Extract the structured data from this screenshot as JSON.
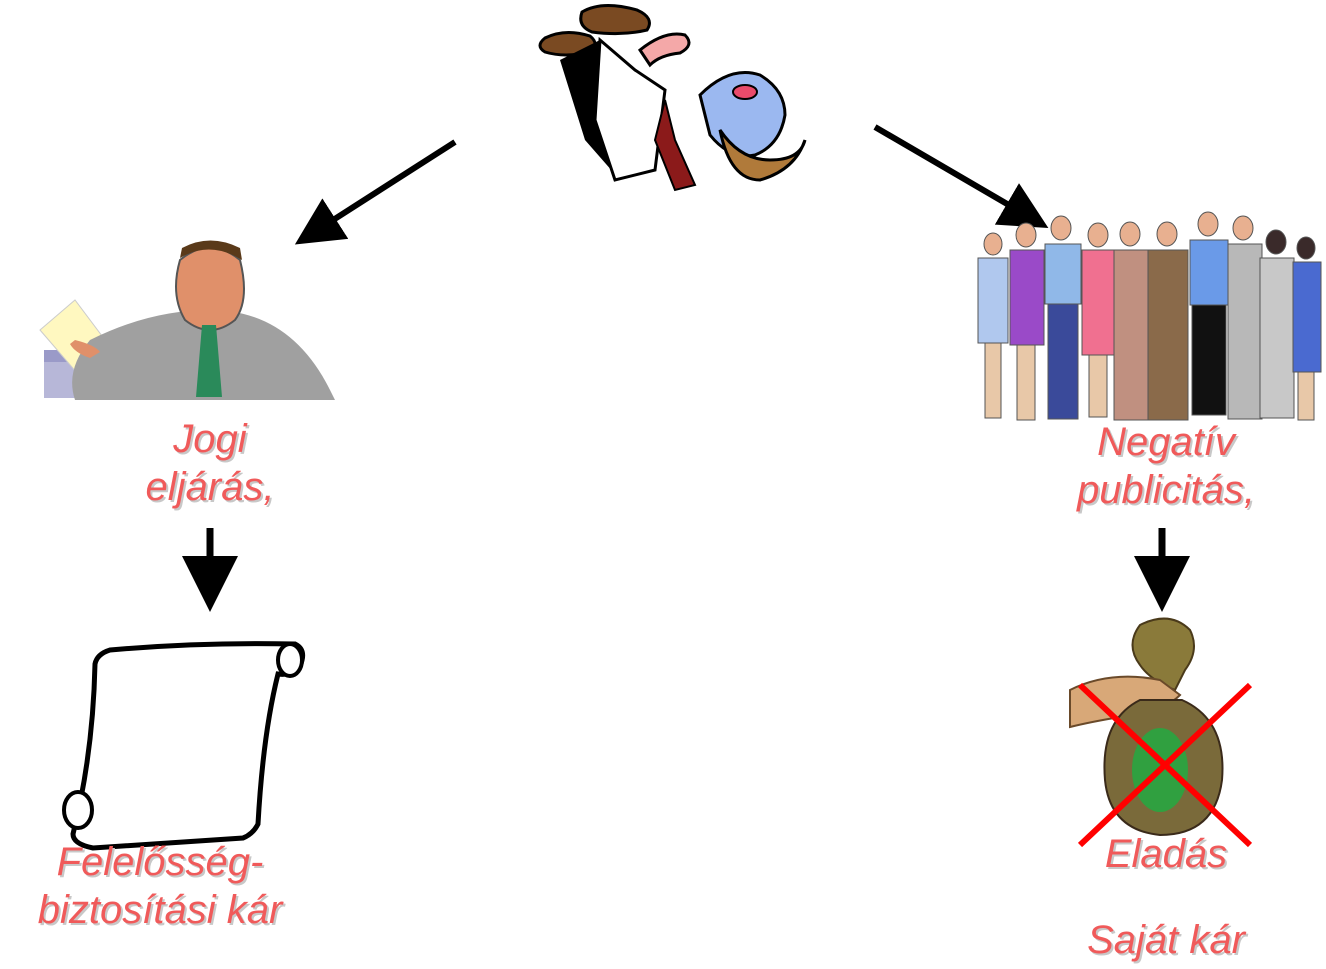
{
  "labels": {
    "left_line1": "Jogi",
    "left_line2": "eljárás,",
    "left_bottom_line1": "Felelősség-",
    "left_bottom_line2": "biztosítási kár",
    "right_line1": "Negatív",
    "right_line2": "publicitás,",
    "right_bottom_line1": "Eladás",
    "right_bottom_line2": "Saját kár"
  },
  "colors": {
    "label": "#f05a5a",
    "arrow": "#000000",
    "cross": "#ff0000"
  }
}
